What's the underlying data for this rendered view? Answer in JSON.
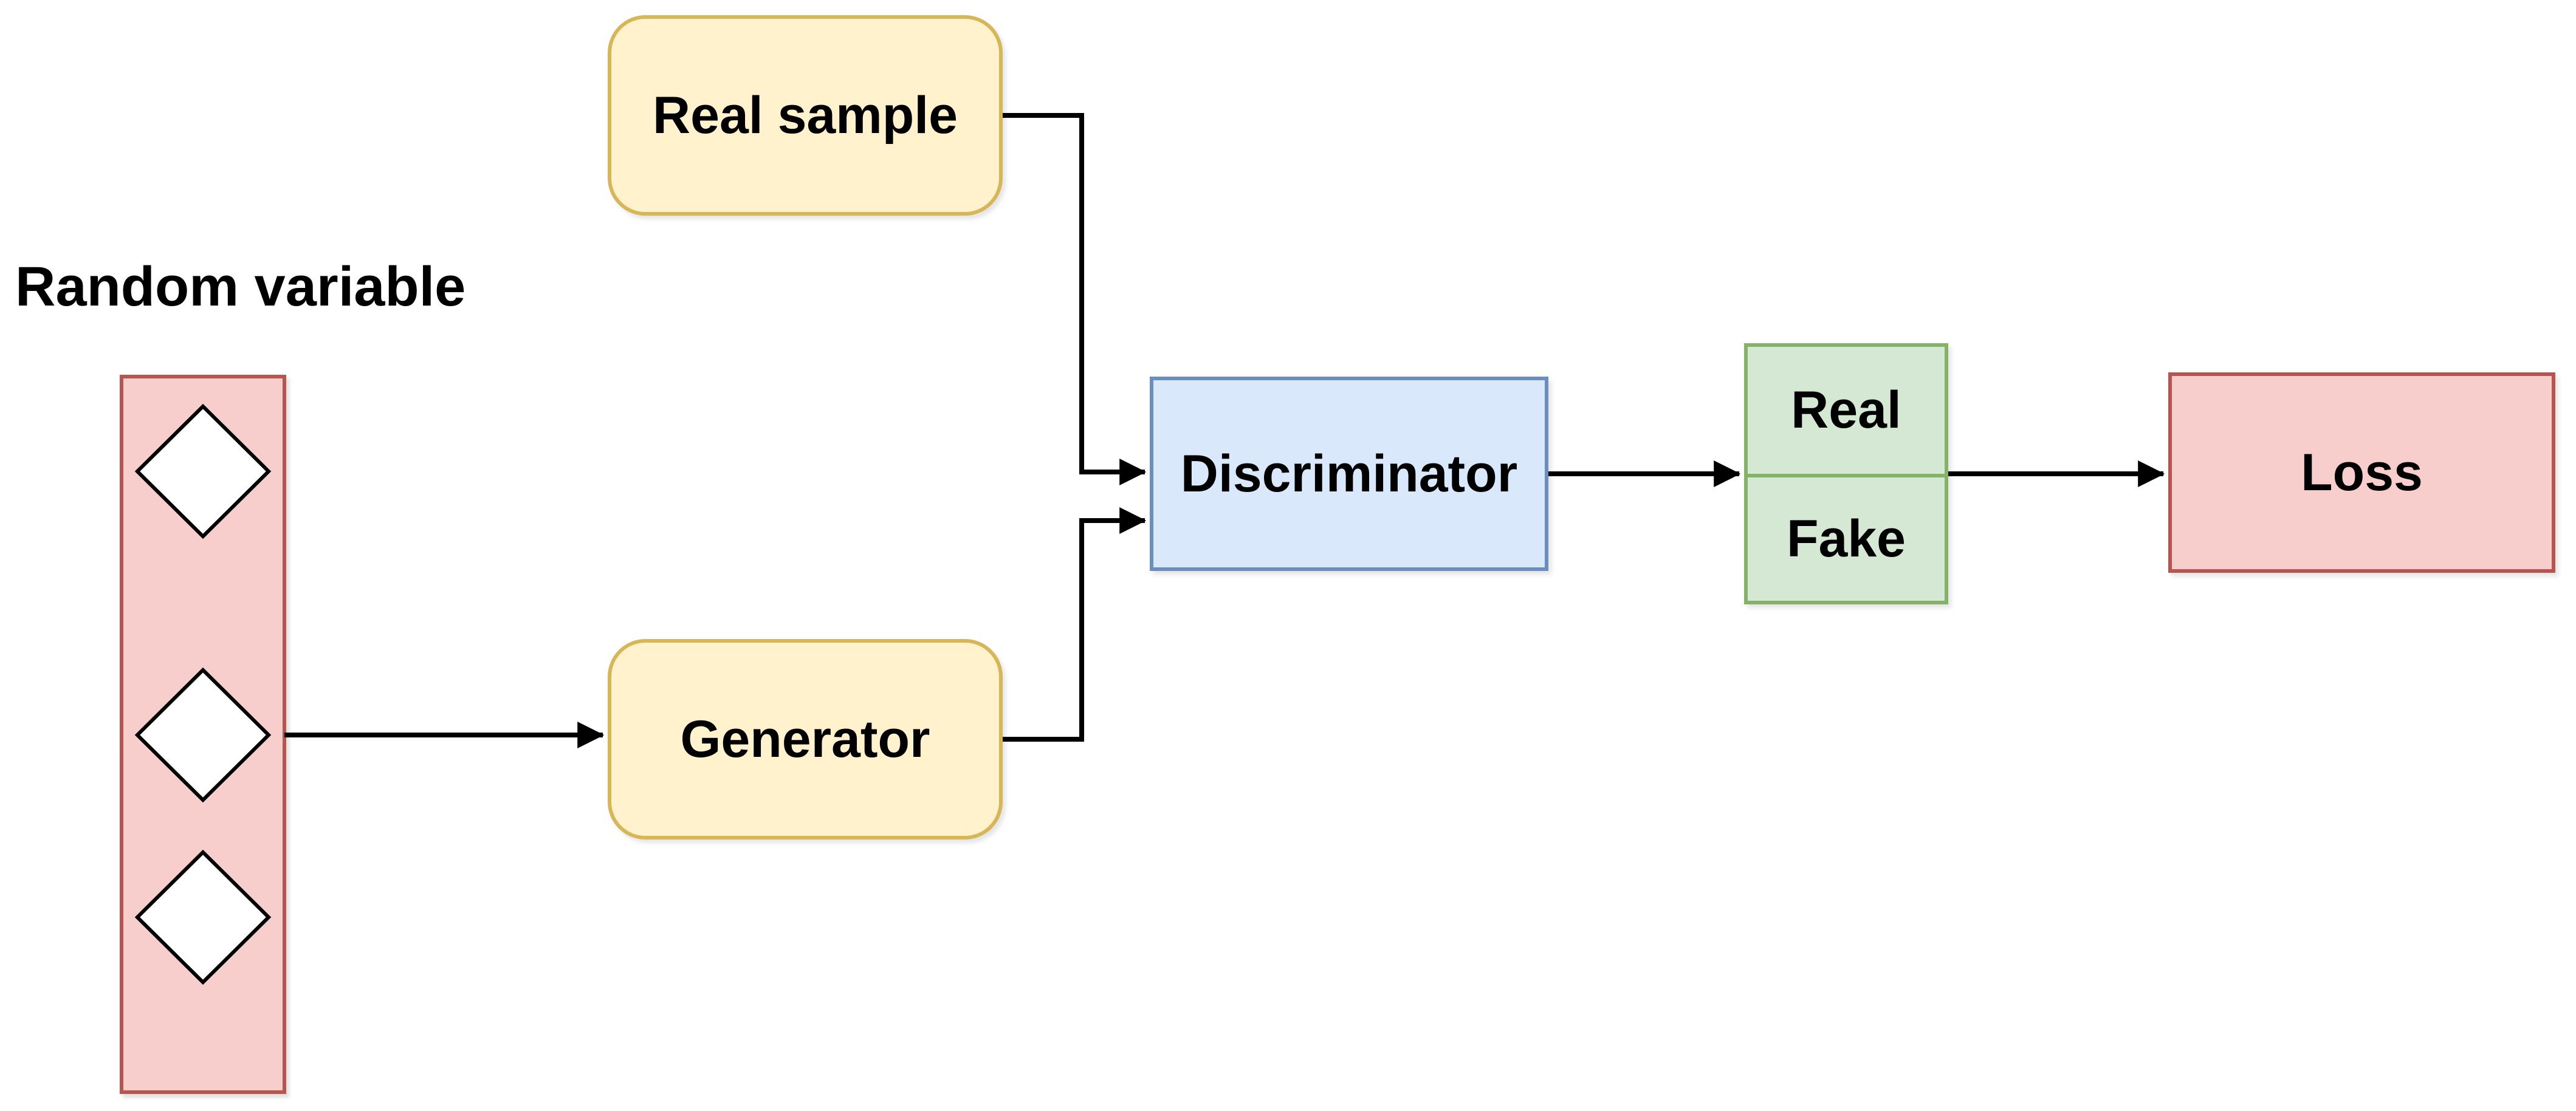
{
  "diagram": {
    "type": "GAN architecture flow diagram",
    "background": "#FFFFFF",
    "labels": {
      "random_variable": "Random variable",
      "real_sample": "Real sample",
      "generator": "Generator",
      "discriminator": "Discriminator",
      "output_real": "Real",
      "output_fake": "Fake",
      "loss": "Loss"
    },
    "colors": {
      "yellow_fill": "#FFF2CC",
      "yellow_border": "#D6B656",
      "red_fill": "#F8CECC",
      "red_border": "#B85450",
      "blue_fill": "#DAE8FC",
      "blue_border": "#6C8EBF",
      "green_fill": "#D5E8D4",
      "green_border": "#82B366",
      "diamond_fill": "#FFFFFF",
      "line_color": "#000000",
      "text_color": "#000000"
    },
    "random_variable_diamond_count": 3,
    "connections": [
      {
        "from": "Real sample",
        "to": "Discriminator"
      },
      {
        "from": "Generator",
        "to": "Discriminator"
      },
      {
        "from": "Random variable",
        "to": "Generator"
      },
      {
        "from": "Discriminator",
        "to": "Real/Fake"
      },
      {
        "from": "Real/Fake",
        "to": "Loss"
      }
    ]
  }
}
